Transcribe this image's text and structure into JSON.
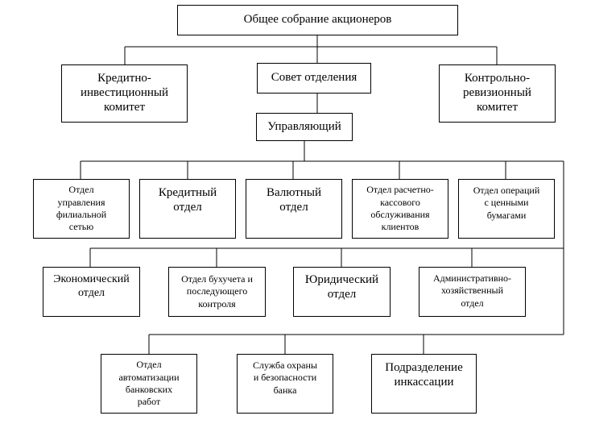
{
  "diagram": {
    "top": {
      "label": "Общее собрание акционеров"
    },
    "level2": {
      "credit_investment_committee": "Кредитно-\nинвестиционный\nкомитет",
      "branch_council": "Совет отделения",
      "control_audit_committee": "Контрольно-\nревизионный\nкомитет"
    },
    "manager": "Управляющий",
    "departments_row1": [
      {
        "label": "Отдел\nуправления\nфилиальной\nсетью"
      },
      {
        "label": "Кредитный\nотдел"
      },
      {
        "label": "Валютный\nотдел"
      },
      {
        "label": "Отдел расчетно-\nкассового\nобслуживания\nклиентов"
      },
      {
        "label": "Отдел операций\nс ценными\nбумагами"
      }
    ],
    "departments_row2": [
      {
        "label": "Экономический\nотдел"
      },
      {
        "label": "Отдел бухучета и\nпоследующего\nконтроля"
      },
      {
        "label": "Юридический\nотдел"
      },
      {
        "label": "Административно-\nхозяйственный\nотдел"
      }
    ],
    "departments_row3": [
      {
        "label": "Отдел\nавтоматизации\nбанковских\nработ"
      },
      {
        "label": "Служба охраны\nи безопасности\nбанка"
      },
      {
        "label": "Подразделение\nинкассации"
      }
    ]
  }
}
